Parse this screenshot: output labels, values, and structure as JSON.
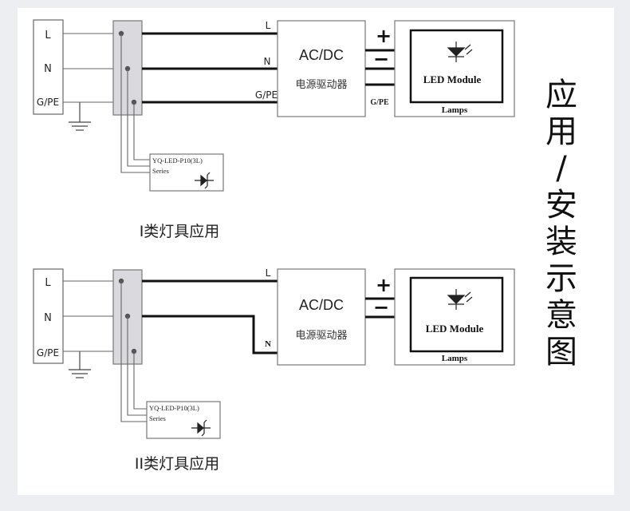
{
  "side_title": [
    "应",
    "用",
    "/",
    "安",
    "装",
    "示",
    "意",
    "图"
  ],
  "diagrams": [
    {
      "terminals": [
        "L",
        "N",
        "G/PE"
      ],
      "wire_labels": [
        "L",
        "N",
        "G/PE"
      ],
      "driver_line1": "AC/DC",
      "driver_line2": "电源驱动器",
      "plus": "+",
      "minus": "−",
      "output_gpe": "G/PE",
      "module_label": "LED Module",
      "lamps_label": "Lamps",
      "spd_line1": "YQ-LED-P10(3L)",
      "spd_line2": "Series",
      "caption": "I类灯具应用"
    },
    {
      "terminals": [
        "L",
        "N",
        "G/PE"
      ],
      "wire_labels": [
        "L",
        "N"
      ],
      "driver_line1": "AC/DC",
      "driver_line2": "电源驱动器",
      "plus": "+",
      "minus": "−",
      "module_label": "LED Module",
      "lamps_label": "Lamps",
      "spd_line1": "YQ-LED-P10(3L)",
      "spd_line2": "Series",
      "caption": "II类灯具应用"
    }
  ]
}
